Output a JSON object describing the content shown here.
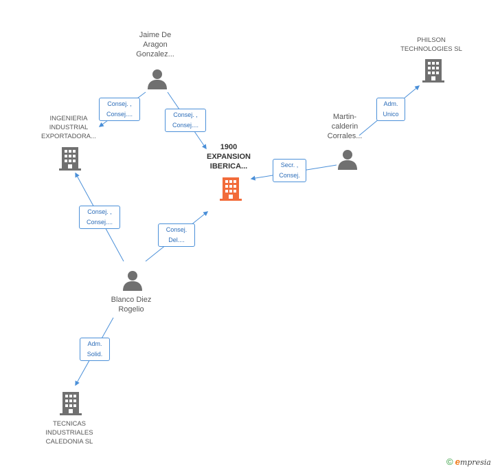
{
  "nodes": {
    "center_company": {
      "label": "1900\nEXPANSION\nIBERICA...",
      "type": "company",
      "highlight": true
    },
    "jaime": {
      "label": "Jaime De\nAragon\nGonzalez...",
      "type": "person"
    },
    "ingenieria": {
      "label": "INGENIERIA\nINDUSTRIAL\nEXPORTADORA...",
      "type": "company"
    },
    "philson": {
      "label": "PHILSON\nTECHNOLOGIES SL",
      "type": "company"
    },
    "martin": {
      "label": "Martin-\ncalderin\nCorrales...",
      "type": "person"
    },
    "blanco": {
      "label": "Blanco Diez\nRogelio",
      "type": "person"
    },
    "tecnicas": {
      "label": "TECNICAS\nINDUSTRIALES\nCALEDONIA  SL",
      "type": "company"
    }
  },
  "edges": {
    "jaime_ingenieria": {
      "line1": "Consej. ,",
      "line2": "Consej...."
    },
    "jaime_center": {
      "line1": "Consej. ,",
      "line2": "Consej...."
    },
    "martin_philson": {
      "line1": "Adm.",
      "line2": "Unico"
    },
    "martin_center": {
      "line1": "Secr. ,",
      "line2": "Consej."
    },
    "blanco_ingenieria": {
      "line1": "Consej. ,",
      "line2": "Consej...."
    },
    "blanco_center": {
      "line1": "Consej.",
      "line2": "Del...."
    },
    "blanco_tecnicas": {
      "line1": "Adm.",
      "line2": "Solid."
    }
  },
  "colors": {
    "edge": "#4a8fd8",
    "person_icon": "#707070",
    "company_icon": "#707070",
    "highlight_company_icon": "#f26b3a"
  },
  "footer": {
    "copyright": "©",
    "brand_initial": "e",
    "brand_rest": "mpresia"
  }
}
